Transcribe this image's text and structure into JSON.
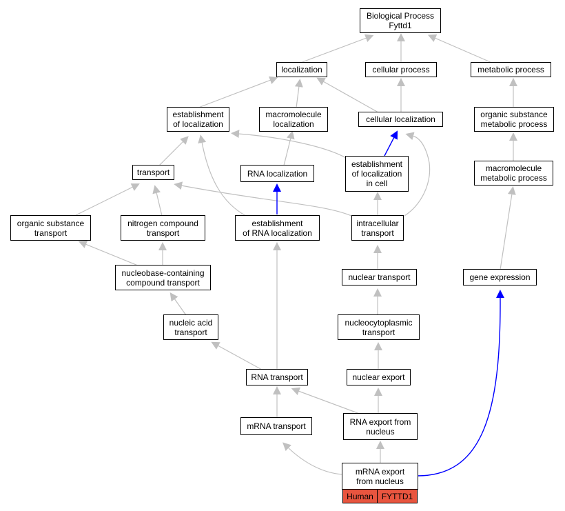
{
  "colors": {
    "edge_gray": "#c0c0c0",
    "edge_blue": "#0000ff",
    "node_border": "#000000",
    "annotation_fill": "#e8553f"
  },
  "nodes": {
    "bp_root": "Biological Process\nFyttd1",
    "localization": "localization",
    "cellular_process": "cellular process",
    "metabolic_process": "metabolic process",
    "establishment_of_localization": "establishment\nof localization",
    "macromolecule_localization": "macromolecule\nlocalization",
    "cellular_localization": "cellular localization",
    "organic_substance_metabolic_process": "organic substance\nmetabolic process",
    "transport": "transport",
    "rna_localization": "RNA localization",
    "establishment_of_localization_in_cell": "establishment\nof localization\nin cell",
    "macromolecule_metabolic_process": "macromolecule\nmetabolic process",
    "organic_substance_transport": "organic substance\ntransport",
    "nitrogen_compound_transport": "nitrogen compound\ntransport",
    "establishment_of_rna_localization": "establishment\nof RNA localization",
    "intracellular_transport": "intracellular\ntransport",
    "nucleobase_containing_compound_transport": "nucleobase-containing\ncompound transport",
    "nuclear_transport": "nuclear transport",
    "gene_expression": "gene expression",
    "nucleic_acid_transport": "nucleic acid\ntransport",
    "nucleocytoplasmic_transport": "nucleocytoplasmic\ntransport",
    "rna_transport": "RNA transport",
    "nuclear_export": "nuclear export",
    "mrna_transport": "mRNA transport",
    "rna_export_from_nucleus": "RNA export from\nnucleus",
    "mrna_export_from_nucleus": "mRNA export\nfrom nucleus"
  },
  "annotations": {
    "species": "Human",
    "gene": "FYTTD1"
  }
}
